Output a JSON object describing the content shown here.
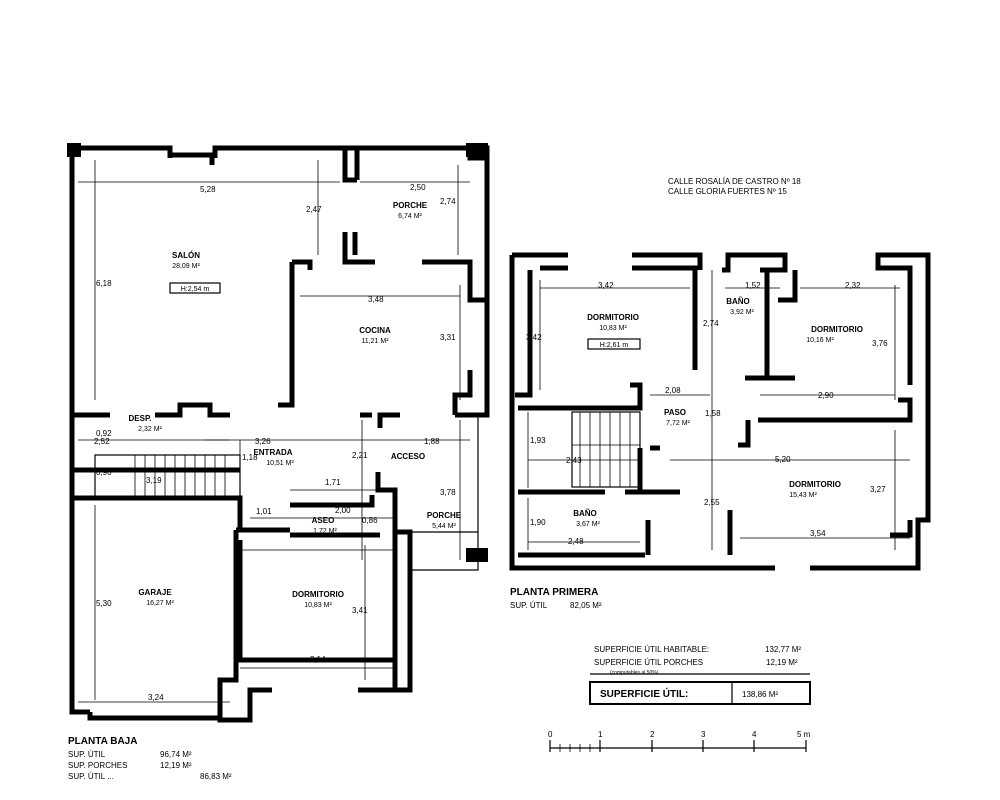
{
  "address": {
    "line1": "CALLE ROSALÍA DE CASTRO Nº 18",
    "line2": "CALLE GLORIA FUERTES Nº 15"
  },
  "ground_floor": {
    "title": "PLANTA BAJA",
    "stats": [
      {
        "label": "SUP. ÚTIL",
        "value": "96,74 M²"
      },
      {
        "label": "SUP. PORCHES",
        "value": "12,19 M²"
      },
      {
        "label": "SUP. ÚTIL ...",
        "value": "86,83 M²"
      }
    ],
    "rooms": [
      {
        "name": "SALÓN",
        "area": "28,09 M²",
        "height": "H:2,54 m"
      },
      {
        "name": "PORCHE",
        "area": "6,74 M²"
      },
      {
        "name": "COCINA",
        "area": "11,21 M²"
      },
      {
        "name": "DESP.",
        "area": "2,32 M²"
      },
      {
        "name": "ENTRADA",
        "area": "10,51 M²"
      },
      {
        "name": "ACCESO",
        "area": ""
      },
      {
        "name": "ASEO",
        "area": "1,72 M²"
      },
      {
        "name": "PORCHE",
        "area": "5,44 M²"
      },
      {
        "name": "GARAJE",
        "area": "16,27 M²"
      },
      {
        "name": "DORMITORIO",
        "area": "10,83 M²"
      }
    ],
    "dims": [
      "5,28",
      "2,50",
      "2,74",
      "2,47",
      "6,18",
      "3,48",
      "3,31",
      "0,92",
      "2,52",
      "3,26",
      "1,88",
      "2,21",
      "1,18",
      "0,90",
      "3,19",
      "1,71",
      "1,01",
      "2,00",
      "0,86",
      "3,78",
      "5,30",
      "3,41",
      "3,14",
      "3,24"
    ]
  },
  "first_floor": {
    "title": "PLANTA PRIMERA",
    "stat": {
      "label": "SUP. ÚTIL",
      "value": "82,05 M²"
    },
    "rooms": [
      {
        "name": "DORMITORIO",
        "area": "10,83 M²",
        "height": "H:2,61 m"
      },
      {
        "name": "BAÑO",
        "area": "3,92 M²"
      },
      {
        "name": "DORMITORIO",
        "area": "10,16 M²"
      },
      {
        "name": "PASO",
        "area": "7,72 M²"
      },
      {
        "name": "DORMITORIO",
        "area": "15,43 M²"
      },
      {
        "name": "BAÑO",
        "area": "3,67 M²"
      }
    ],
    "dims": [
      "3,42",
      "1,52",
      "2,32",
      "3,42",
      "2,74",
      "3,76",
      "2,08",
      "1,58",
      "2,90",
      "1,93",
      "2,43",
      "5,20",
      "3,27",
      "2,55",
      "1,90",
      "2,48",
      "3,54"
    ]
  },
  "summary": {
    "habitable_label": "SUPERFICIE ÚTIL HABITABLE:",
    "habitable_value": "132,77 M²",
    "porches_label": "SUPERFICIE ÚTIL PORCHES",
    "porches_sub": "(computables al 50%)",
    "porches_value": "12,19 M²",
    "total_label": "SUPERFICIE ÚTIL:",
    "total_value": "138,86 M²"
  },
  "scale_bar": {
    "ticks": [
      "0",
      "1",
      "2",
      "3",
      "4",
      "5 m"
    ]
  }
}
